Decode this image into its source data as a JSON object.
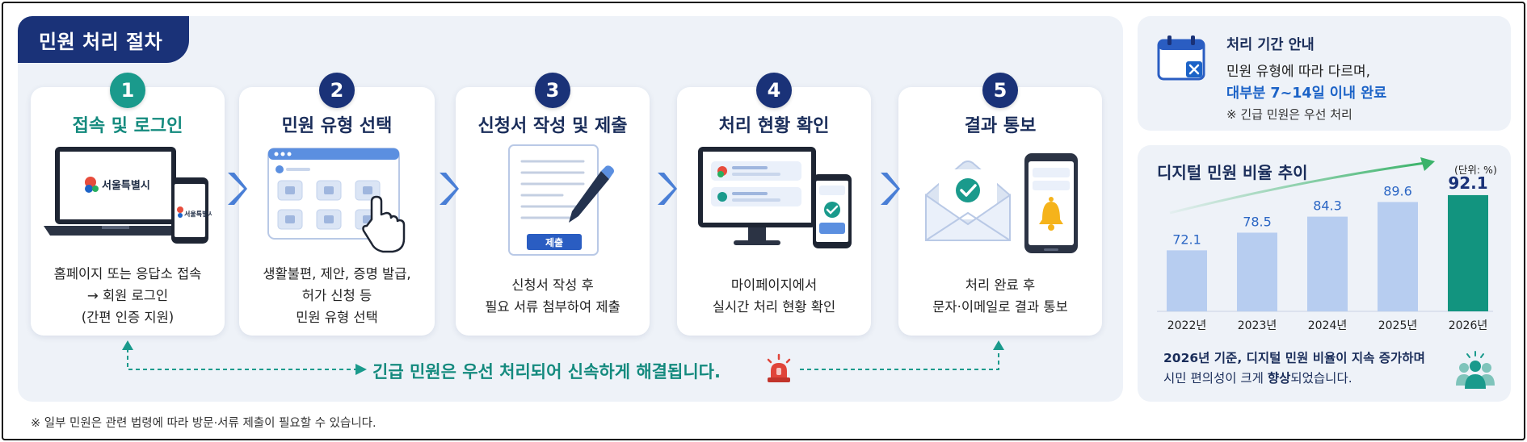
{
  "process": {
    "tab_label": "민원 처리 절차",
    "steps": [
      {
        "number": "1",
        "title": "접속 및 로그인",
        "desc": [
          "홈페이지 또는 응답소 접속",
          "→ 회원 로그인",
          "(간편 인증 지원)"
        ]
      },
      {
        "number": "2",
        "title": "민원 유형 선택",
        "desc": [
          "생활불편, 제안, 증명 발급,",
          "허가 신청 등",
          "민원 유형 선택"
        ]
      },
      {
        "number": "3",
        "title": "신청서 작성 및 제출",
        "desc": [
          "신청서 작성 후",
          "필요 서류 첨부하여 제출"
        ]
      },
      {
        "number": "4",
        "title": "처리 현황 확인",
        "desc": [
          "마이페이지에서",
          "실시간 처리 현황 확인"
        ]
      },
      {
        "number": "5",
        "title": "결과 통보",
        "desc": [
          "처리 완료 후",
          "문자·이메일로 결과 통보"
        ]
      }
    ],
    "laptop_logo": "서울특별시",
    "phone_logo": "서울특별시",
    "submit_label": "제출",
    "urgent_text": "긴급 민원은 우선 처리되어 신속하게 해결됩니다.",
    "footnote": "※ 일부 민원은 관련 법령에 따라 방문·서류 제출이 필요할 수 있습니다."
  },
  "info": {
    "title": "처리 기간 안내",
    "line1": "민원 유형에 따라 다르며,",
    "line2": "대부분 7~14일 이내 완료",
    "line3": "※ 긴급 민원은 우선 처리"
  },
  "chart_data": {
    "type": "bar",
    "title": "디지털 민원 비율 추이",
    "unit": "(단위: %)",
    "categories": [
      "2022년",
      "2023년",
      "2024년",
      "2025년",
      "2026년"
    ],
    "values": [
      72.1,
      78.5,
      84.3,
      89.6,
      92.1
    ],
    "value_labels": [
      "72.1",
      "78.5",
      "84.3",
      "89.6",
      "92.1"
    ],
    "highlight_index": 4,
    "colors": {
      "bar": "#b7cdf0",
      "highlight": "#12947f",
      "label": "#2b66c4",
      "trend": "#3bb36a"
    },
    "note_line1_bold": "2026년 기준, 디지털 민원 비율이 지속 증가하며",
    "note_line2_a": "시민 편의성이 크게 ",
    "note_line2_b": "향상",
    "note_line2_c": "되었습니다."
  },
  "colors": {
    "navy": "#1a3278",
    "teal": "#1a9a8c",
    "blue": "#1c63c7",
    "panel": "#eef2f8"
  }
}
